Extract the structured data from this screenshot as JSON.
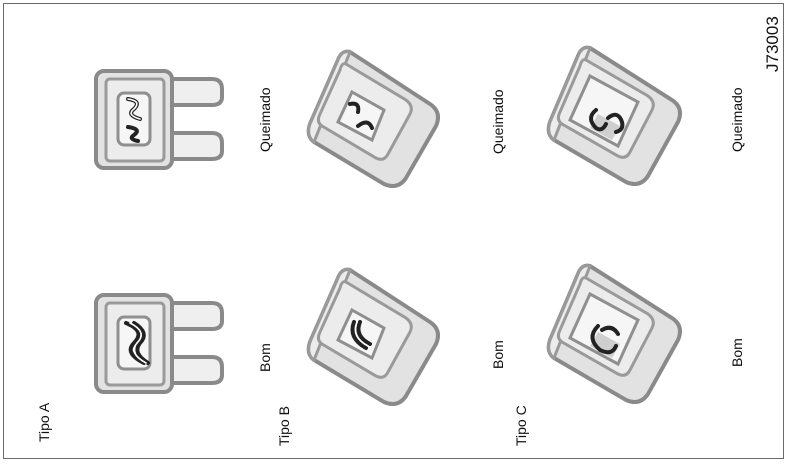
{
  "figure_code": "J73003",
  "rows": [
    {
      "type_label": "Tipo A",
      "good_label": "Bom",
      "blown_label": "Queimado"
    },
    {
      "type_label": "Tipo B",
      "good_label": "Bom",
      "blown_label": "Queimado"
    },
    {
      "type_label": "Tipo C",
      "good_label": "Bom",
      "blown_label": "Queimado"
    }
  ]
}
